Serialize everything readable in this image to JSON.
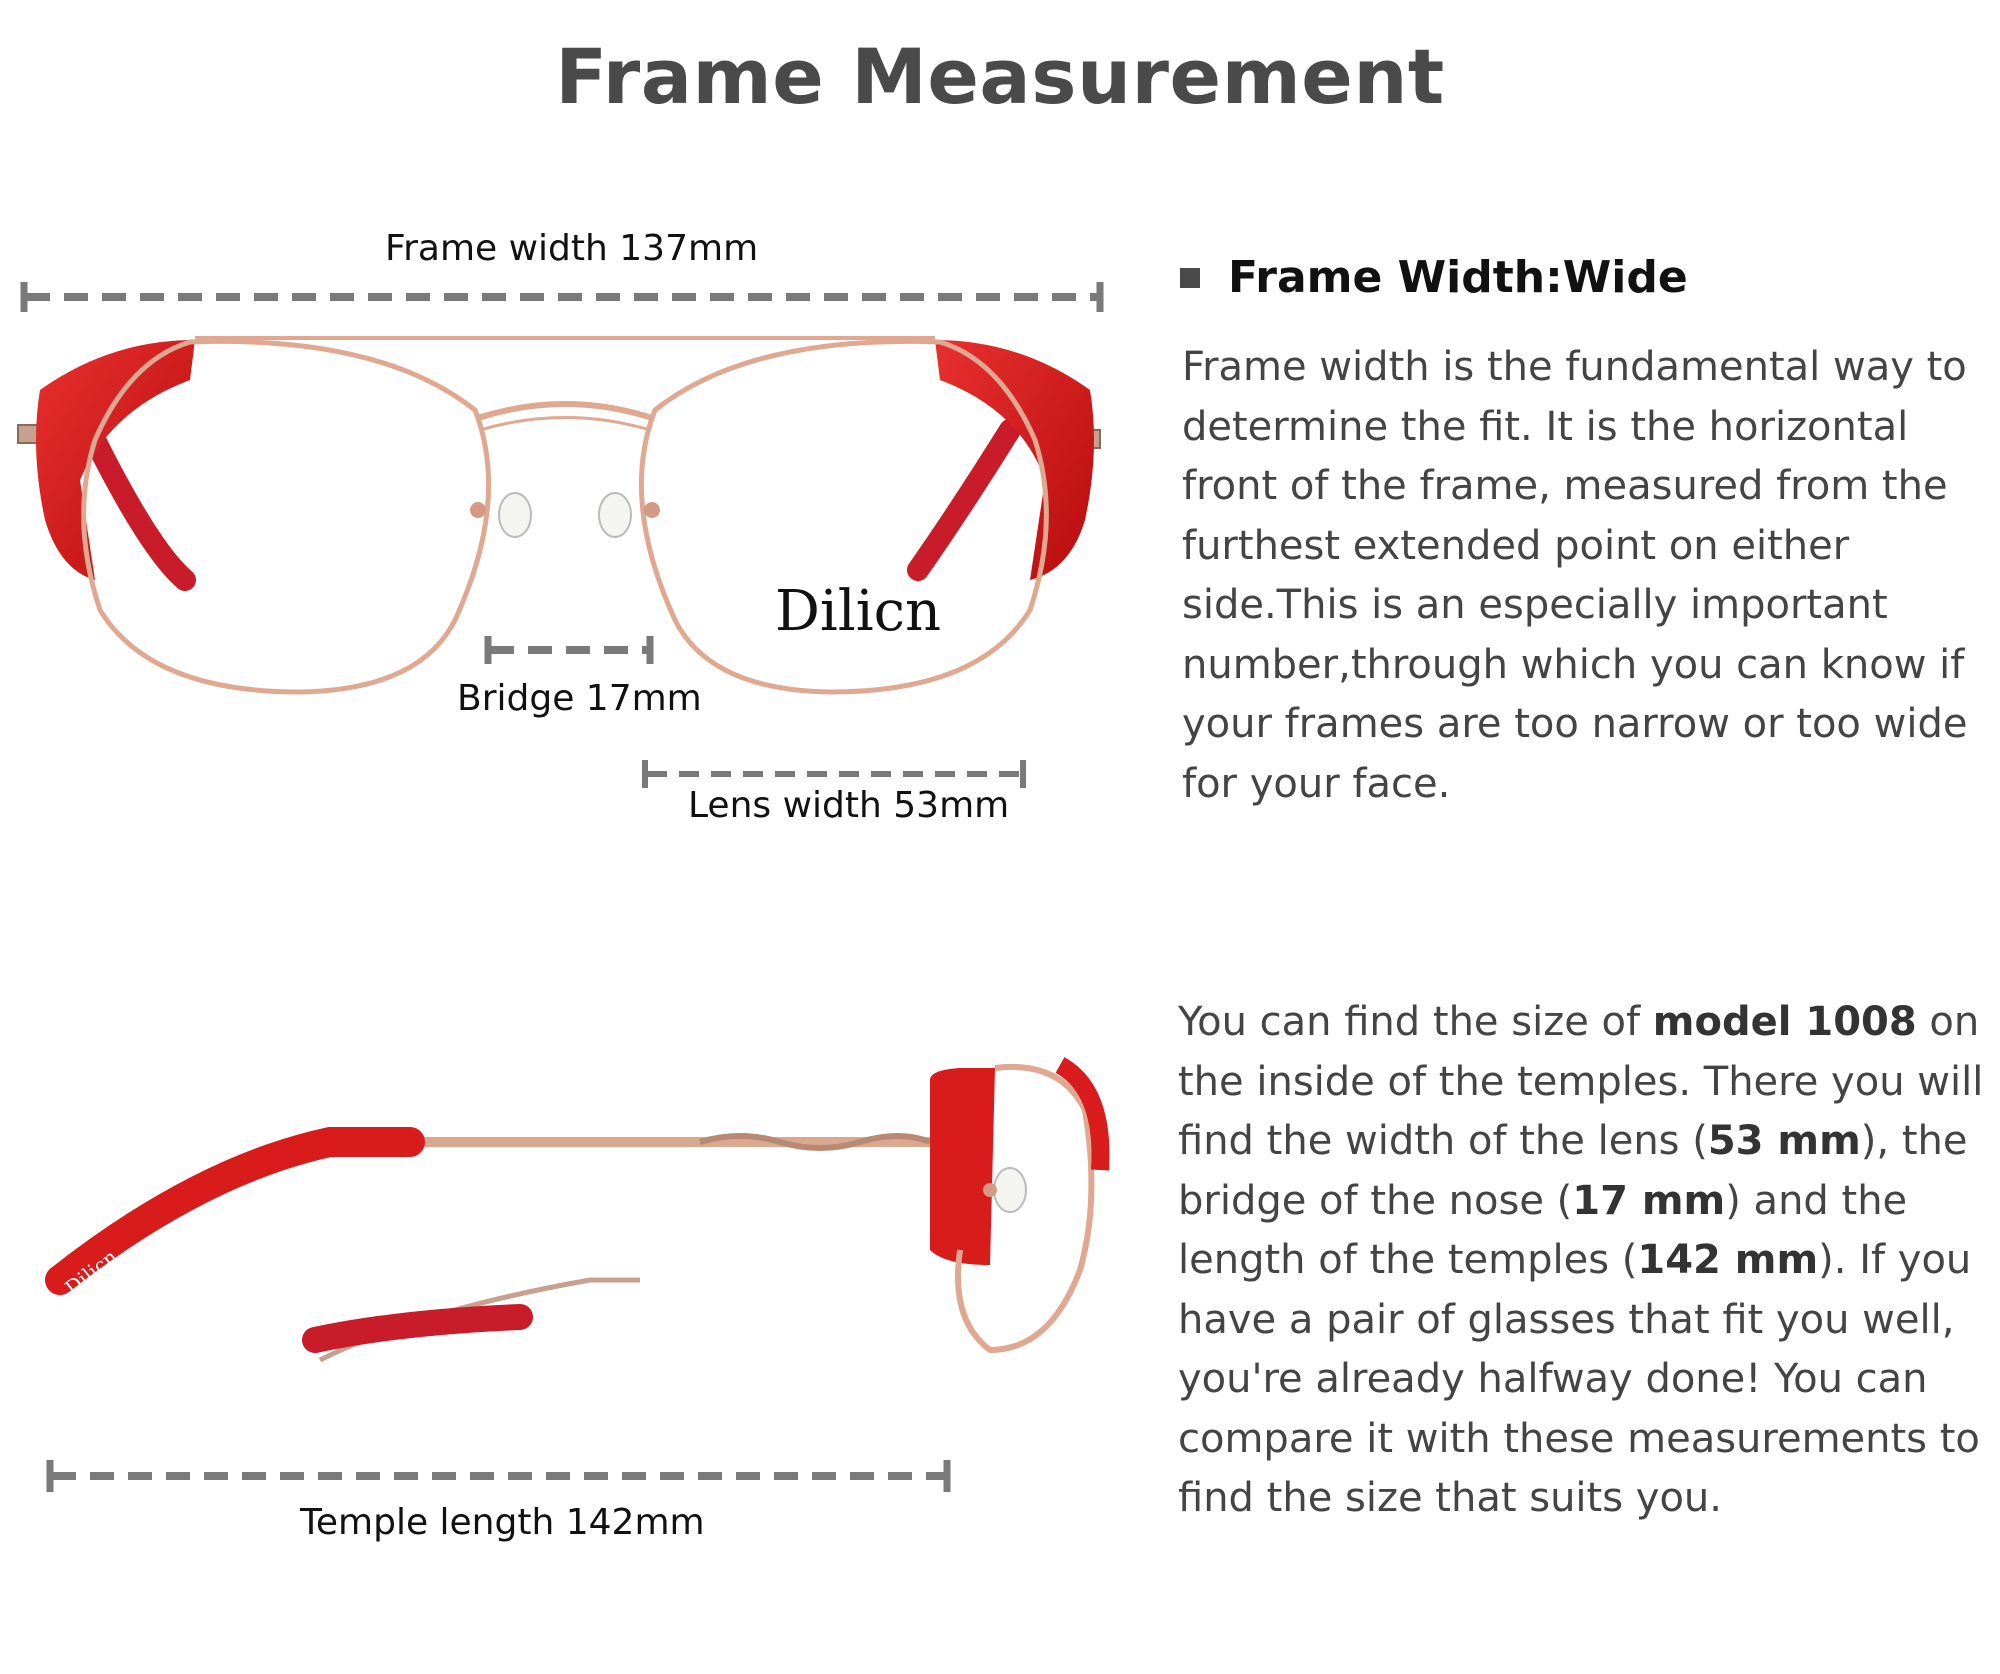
{
  "title": "Frame Measurement",
  "front_view": {
    "frame_width_label": "Frame width 137mm",
    "bridge_label": "Bridge 17mm",
    "lens_width_label": "Lens width 53mm",
    "brand_logo_text": "Dilicn"
  },
  "side_view": {
    "temple_length_label": "Temple length 142mm",
    "temple_logo_text": "Dilicn"
  },
  "info": {
    "heading": "Frame Width:Wide",
    "paragraph1": "Frame width is the fundamental way to determine the fit. It is the horizontal front of the frame, measured from the furthest extended point on either side.This is an especially important number,through which you can know if your frames are too narrow or too wide for your face.",
    "p2_a": "You can find the size of ",
    "p2_model": "model 1008",
    "p2_b": " on the inside of the temples. There you will find the width of the lens (",
    "p2_lens": "53 mm",
    "p2_c": "), the bridge of the nose (",
    "p2_bridge": "17 mm",
    "p2_d": ") and the length of the temples (",
    "p2_temple": "142 mm",
    "p2_e": "). If you have a pair of glasses that fit you well, you're already halfway done! You can compare it with these measurements to find the size that suits you."
  },
  "colors": {
    "accent_red": "#d01818",
    "rose_gold": "#e0a890",
    "dim_grey": "#7a7a7a",
    "title_grey": "#4a4a4a"
  }
}
